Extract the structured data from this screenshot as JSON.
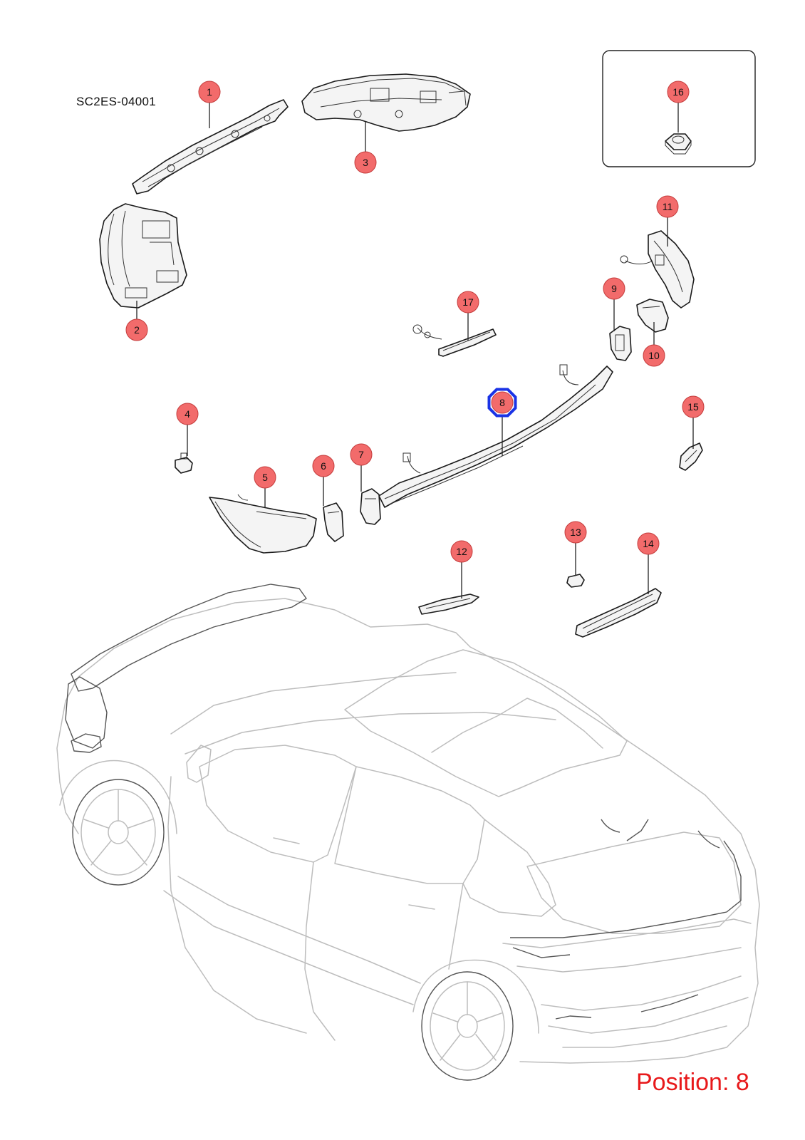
{
  "diagram_code": "SC2ES-04001",
  "position_label": "Position: 8",
  "selected_position": "8",
  "highlight_color": "#1a33e6",
  "callout_color": "#f26b6b",
  "position_color": "#e8191b",
  "callouts": [
    {
      "label": "1"
    },
    {
      "label": "2"
    },
    {
      "label": "3"
    },
    {
      "label": "4"
    },
    {
      "label": "5"
    },
    {
      "label": "6"
    },
    {
      "label": "7"
    },
    {
      "label": "8"
    },
    {
      "label": "9"
    },
    {
      "label": "10"
    },
    {
      "label": "11"
    },
    {
      "label": "12"
    },
    {
      "label": "13"
    },
    {
      "label": "14"
    },
    {
      "label": "15"
    },
    {
      "label": "16"
    },
    {
      "label": "17"
    }
  ]
}
